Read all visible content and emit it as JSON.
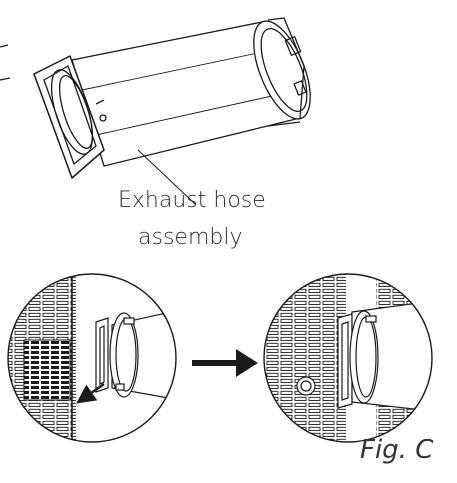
{
  "diagram": {
    "hose_label_line1": "Exhaust hose",
    "hose_label_line2": "assembly",
    "figure_label": "Fig. C",
    "colors": {
      "stroke": "#1a1a1a",
      "background": "#ffffff",
      "text": "#2b2b2b"
    }
  }
}
